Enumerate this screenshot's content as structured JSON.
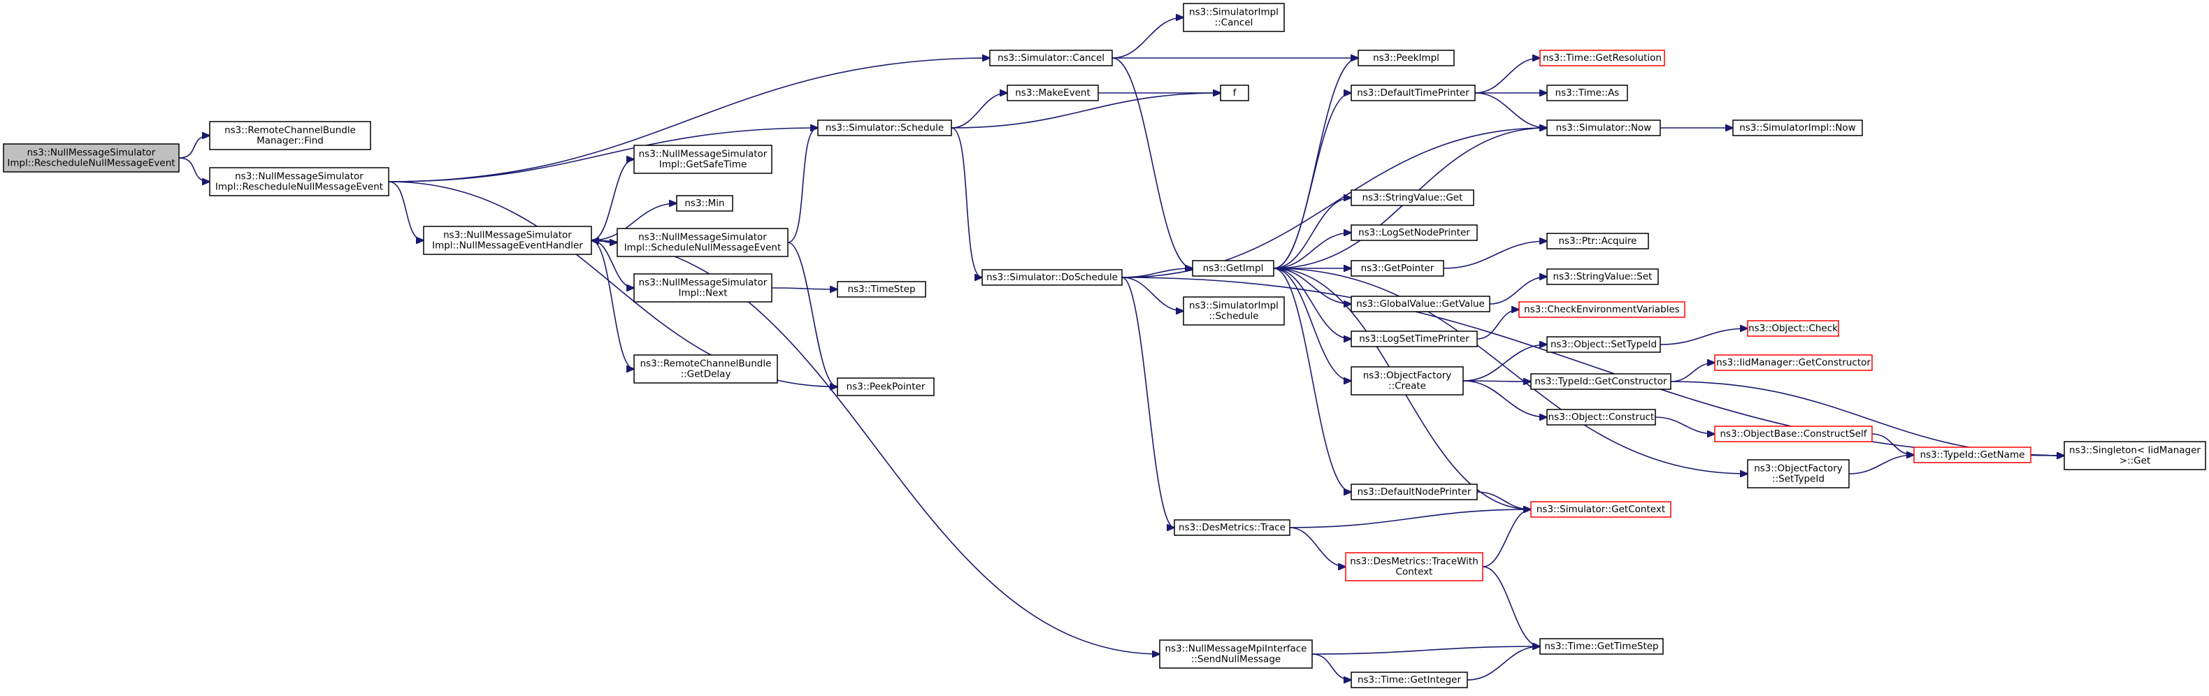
{
  "graph": {
    "title": "",
    "colors": {
      "edge": "#191970",
      "node_border": "#000000",
      "truncated_border": "#ff0000",
      "root_fill": "#bfbfbf",
      "node_fill": "#ffffff"
    },
    "nodes": [
      {
        "id": "root",
        "lines": [
          "ns3::NullMessageSimulator",
          "Impl::RescheduleNullMessageEvent"
        ],
        "style": "root"
      },
      {
        "id": "rcbFind",
        "lines": [
          "ns3::RemoteChannelBundle",
          "Manager::Find"
        ],
        "style": "normal"
      },
      {
        "id": "rescheduleNME",
        "lines": [
          "ns3::NullMessageSimulator",
          "Impl::RescheduleNullMessageEvent"
        ],
        "style": "normal"
      },
      {
        "id": "nmeHandler",
        "lines": [
          "ns3::NullMessageSimulator",
          "Impl::NullMessageEventHandler"
        ],
        "style": "normal"
      },
      {
        "id": "getSafeTime",
        "lines": [
          "ns3::NullMessageSimulator",
          "Impl::GetSafeTime"
        ],
        "style": "normal"
      },
      {
        "id": "min",
        "lines": [
          "ns3::Min"
        ],
        "style": "normal"
      },
      {
        "id": "scheduleNME",
        "lines": [
          "ns3::NullMessageSimulator",
          "Impl::ScheduleNullMessageEvent"
        ],
        "style": "normal"
      },
      {
        "id": "implNext",
        "lines": [
          "ns3::NullMessageSimulator",
          "Impl::Next"
        ],
        "style": "normal"
      },
      {
        "id": "rcbGetDelay",
        "lines": [
          "ns3::RemoteChannelBundle",
          "::GetDelay"
        ],
        "style": "normal"
      },
      {
        "id": "peekPointer",
        "lines": [
          "ns3::PeekPointer"
        ],
        "style": "normal"
      },
      {
        "id": "timeStep",
        "lines": [
          "ns3::TimeStep"
        ],
        "style": "normal"
      },
      {
        "id": "simCancel",
        "lines": [
          "ns3::Simulator::Cancel"
        ],
        "style": "normal"
      },
      {
        "id": "simSchedule",
        "lines": [
          "ns3::Simulator::Schedule"
        ],
        "style": "normal"
      },
      {
        "id": "makeEvent",
        "lines": [
          "ns3::MakeEvent"
        ],
        "style": "normal"
      },
      {
        "id": "doSchedule",
        "lines": [
          "ns3::Simulator::DoSchedule"
        ],
        "style": "normal"
      },
      {
        "id": "implCancel",
        "lines": [
          "ns3::SimulatorImpl",
          "::Cancel"
        ],
        "style": "normal"
      },
      {
        "id": "peekImpl",
        "lines": [
          "ns3::PeekImpl"
        ],
        "style": "normal"
      },
      {
        "id": "f",
        "lines": [
          "f"
        ],
        "style": "normal"
      },
      {
        "id": "getImpl",
        "lines": [
          "ns3::GetImpl"
        ],
        "style": "normal"
      },
      {
        "id": "implSchedule",
        "lines": [
          "ns3::SimulatorImpl",
          "::Schedule"
        ],
        "style": "normal"
      },
      {
        "id": "desTrace",
        "lines": [
          "ns3::DesMetrics::Trace"
        ],
        "style": "normal"
      },
      {
        "id": "sendNull",
        "lines": [
          "ns3::NullMessageMpiInterface",
          "::SendNullMessage"
        ],
        "style": "normal"
      },
      {
        "id": "defTimePrinter",
        "lines": [
          "ns3::DefaultTimePrinter"
        ],
        "style": "normal"
      },
      {
        "id": "svGet",
        "lines": [
          "ns3::StringValue::Get"
        ],
        "style": "normal"
      },
      {
        "id": "logSetNode",
        "lines": [
          "ns3::LogSetNodePrinter"
        ],
        "style": "normal"
      },
      {
        "id": "getPointer",
        "lines": [
          "ns3::GetPointer"
        ],
        "style": "normal"
      },
      {
        "id": "gvGetValue",
        "lines": [
          "ns3::GlobalValue::GetValue"
        ],
        "style": "normal"
      },
      {
        "id": "logSetTime",
        "lines": [
          "ns3::LogSetTimePrinter"
        ],
        "style": "normal"
      },
      {
        "id": "ofCreate",
        "lines": [
          "ns3::ObjectFactory",
          "::Create"
        ],
        "style": "normal"
      },
      {
        "id": "defNodePrinter",
        "lines": [
          "ns3::DefaultNodePrinter"
        ],
        "style": "normal"
      },
      {
        "id": "traceWith",
        "lines": [
          "ns3::DesMetrics::TraceWith",
          "Context"
        ],
        "style": "truncated"
      },
      {
        "id": "timeGetInteger",
        "lines": [
          "ns3::Time::GetInteger"
        ],
        "style": "normal"
      },
      {
        "id": "getResolution",
        "lines": [
          "ns3::Time::GetResolution"
        ],
        "style": "truncated"
      },
      {
        "id": "timeAs",
        "lines": [
          "ns3::Time::As"
        ],
        "style": "normal"
      },
      {
        "id": "simNow",
        "lines": [
          "ns3::Simulator::Now"
        ],
        "style": "normal"
      },
      {
        "id": "ptrAcquire",
        "lines": [
          "ns3::Ptr::Acquire"
        ],
        "style": "normal"
      },
      {
        "id": "svSet",
        "lines": [
          "ns3::StringValue::Set"
        ],
        "style": "normal"
      },
      {
        "id": "checkEnv",
        "lines": [
          "ns3::CheckEnvironmentVariables"
        ],
        "style": "truncated"
      },
      {
        "id": "setTypeIdObj",
        "lines": [
          "ns3::Object::SetTypeId"
        ],
        "style": "normal"
      },
      {
        "id": "getConstructor",
        "lines": [
          "ns3::TypeId::GetConstructor"
        ],
        "style": "normal"
      },
      {
        "id": "objConstruct",
        "lines": [
          "ns3::Object::Construct"
        ],
        "style": "normal"
      },
      {
        "id": "ofSetTypeId",
        "lines": [
          "ns3::ObjectFactory",
          "::SetTypeId"
        ],
        "style": "normal"
      },
      {
        "id": "simGetContext",
        "lines": [
          "ns3::Simulator::GetContext"
        ],
        "style": "truncated"
      },
      {
        "id": "timeGetTimeStep",
        "lines": [
          "ns3::Time::GetTimeStep"
        ],
        "style": "normal"
      },
      {
        "id": "implNow",
        "lines": [
          "ns3::SimulatorImpl::Now"
        ],
        "style": "normal"
      },
      {
        "id": "objCheck",
        "lines": [
          "ns3::Object::Check"
        ],
        "style": "truncated"
      },
      {
        "id": "iidGetConstructor",
        "lines": [
          "ns3::IidManager::GetConstructor"
        ],
        "style": "truncated"
      },
      {
        "id": "constructSelf",
        "lines": [
          "ns3::ObjectBase::ConstructSelf"
        ],
        "style": "truncated"
      },
      {
        "id": "getName",
        "lines": [
          "ns3::TypeId::GetName"
        ],
        "style": "truncated"
      },
      {
        "id": "singletonGet",
        "lines": [
          "ns3::Singleton< IidManager",
          " >::Get"
        ],
        "style": "normal"
      }
    ],
    "edges": [
      [
        "root",
        "rcbFind"
      ],
      [
        "root",
        "rescheduleNME"
      ],
      [
        "rescheduleNME",
        "simCancel"
      ],
      [
        "rescheduleNME",
        "simSchedule"
      ],
      [
        "rescheduleNME",
        "nmeHandler"
      ],
      [
        "rescheduleNME",
        "peekPointer"
      ],
      [
        "nmeHandler",
        "getSafeTime"
      ],
      [
        "nmeHandler",
        "min"
      ],
      [
        "nmeHandler",
        "scheduleNME"
      ],
      [
        "nmeHandler",
        "implNext"
      ],
      [
        "nmeHandler",
        "rcbGetDelay"
      ],
      [
        "nmeHandler",
        "sendNull"
      ],
      [
        "scheduleNME",
        "nmeHandler"
      ],
      [
        "scheduleNME",
        "simSchedule"
      ],
      [
        "scheduleNME",
        "peekPointer"
      ],
      [
        "implNext",
        "timeStep"
      ],
      [
        "simCancel",
        "implCancel"
      ],
      [
        "simCancel",
        "peekImpl"
      ],
      [
        "simCancel",
        "getImpl"
      ],
      [
        "simSchedule",
        "makeEvent"
      ],
      [
        "simSchedule",
        "f"
      ],
      [
        "simSchedule",
        "doSchedule"
      ],
      [
        "makeEvent",
        "f"
      ],
      [
        "doSchedule",
        "getImpl"
      ],
      [
        "doSchedule",
        "implSchedule"
      ],
      [
        "doSchedule",
        "desTrace"
      ],
      [
        "doSchedule",
        "simNow"
      ],
      [
        "doSchedule",
        "singletonGet"
      ],
      [
        "getImpl",
        "peekImpl"
      ],
      [
        "getImpl",
        "defTimePrinter"
      ],
      [
        "getImpl",
        "simNow"
      ],
      [
        "getImpl",
        "svGet"
      ],
      [
        "getImpl",
        "logSetNode"
      ],
      [
        "getImpl",
        "getPointer"
      ],
      [
        "getImpl",
        "gvGetValue"
      ],
      [
        "getImpl",
        "logSetTime"
      ],
      [
        "getImpl",
        "ofCreate"
      ],
      [
        "getImpl",
        "defNodePrinter"
      ],
      [
        "getImpl",
        "ofSetTypeId"
      ],
      [
        "getImpl",
        "simGetContext"
      ],
      [
        "defTimePrinter",
        "getResolution"
      ],
      [
        "defTimePrinter",
        "timeAs"
      ],
      [
        "defTimePrinter",
        "simNow"
      ],
      [
        "simNow",
        "implNow"
      ],
      [
        "getPointer",
        "ptrAcquire"
      ],
      [
        "gvGetValue",
        "svSet"
      ],
      [
        "logSetTime",
        "checkEnv"
      ],
      [
        "ofCreate",
        "setTypeIdObj"
      ],
      [
        "ofCreate",
        "getConstructor"
      ],
      [
        "ofCreate",
        "objConstruct"
      ],
      [
        "setTypeIdObj",
        "objCheck"
      ],
      [
        "getConstructor",
        "iidGetConstructor"
      ],
      [
        "getConstructor",
        "singletonGet"
      ],
      [
        "objConstruct",
        "constructSelf"
      ],
      [
        "constructSelf",
        "getName"
      ],
      [
        "ofSetTypeId",
        "getName"
      ],
      [
        "getName",
        "singletonGet"
      ],
      [
        "defNodePrinter",
        "simGetContext"
      ],
      [
        "desTrace",
        "simGetContext"
      ],
      [
        "desTrace",
        "traceWith"
      ],
      [
        "traceWith",
        "simGetContext"
      ],
      [
        "traceWith",
        "timeGetTimeStep"
      ],
      [
        "sendNull",
        "timeGetTimeStep"
      ],
      [
        "sendNull",
        "timeGetInteger"
      ],
      [
        "timeGetInteger",
        "timeGetTimeStep"
      ]
    ]
  }
}
